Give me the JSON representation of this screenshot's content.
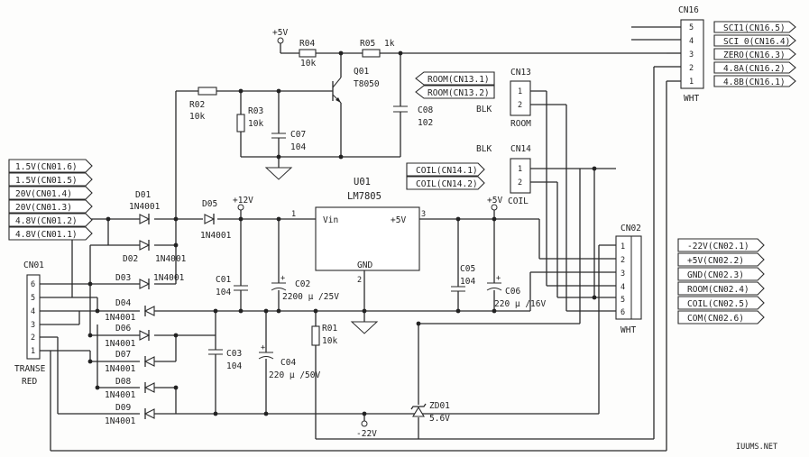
{
  "u01": {
    "ref": "U01",
    "part": "LM7805",
    "vin": "Vin",
    "vout": "+5V",
    "gnd": "GND",
    "pin1": "1",
    "pin2": "2",
    "pin3": "3"
  },
  "q01": {
    "ref": "Q01",
    "part": "T8050"
  },
  "rails": {
    "p5v_top": "+5V",
    "p12v": "+12V",
    "p5v_mid": "+5V",
    "n22v": "-22V"
  },
  "res": {
    "r04": {
      "ref": "R04",
      "val": "10k"
    },
    "r05": {
      "ref": "R05",
      "val": "1k"
    },
    "r02": {
      "ref": "R02",
      "val": "10k"
    },
    "r03": {
      "ref": "R03",
      "val": "10k"
    },
    "r01": {
      "ref": "R01",
      "val": "10k"
    }
  },
  "caps": {
    "c07": {
      "ref": "C07",
      "val": "104"
    },
    "c08": {
      "ref": "C08",
      "val": "102"
    },
    "c01": {
      "ref": "C01",
      "val": "104"
    },
    "c02": {
      "ref": "C02",
      "val": "2200 μ /25V"
    },
    "c03": {
      "ref": "C03",
      "val": "104"
    },
    "c04": {
      "ref": "C04",
      "val": "220 μ /50V"
    },
    "c05": {
      "ref": "C05",
      "val": "104"
    },
    "c06": {
      "ref": "C06",
      "val": "220 μ /16V"
    }
  },
  "diodes": {
    "d01": {
      "ref": "D01",
      "part": "1N4001"
    },
    "d02": {
      "ref": "D02",
      "part": "1N4001"
    },
    "d03": {
      "ref": "D03",
      "part": "1N4001"
    },
    "d04": {
      "ref": "D04",
      "part": "1N4001"
    },
    "d05": {
      "ref": "D05",
      "part": "1N4001"
    },
    "d06": {
      "ref": "D06",
      "part": "1N4001"
    },
    "d07": {
      "ref": "D07",
      "part": "1N4001"
    },
    "d08": {
      "ref": "D08",
      "part": "1N4001"
    },
    "d09": {
      "ref": "D09",
      "part": "1N4001"
    },
    "zd01": {
      "ref": "ZD01",
      "val": "5.6V"
    }
  },
  "connectors": {
    "cn01": {
      "ref": "CN01",
      "pins": [
        "6",
        "5",
        "4",
        "3",
        "2",
        "1"
      ],
      "labels": [
        "TRANSE",
        "RED"
      ]
    },
    "cn02": {
      "ref": "CN02",
      "pins": [
        "1",
        "2",
        "3",
        "4",
        "5",
        "6"
      ],
      "color": "WHT"
    },
    "cn13": {
      "ref": "CN13",
      "pins": [
        "1",
        "2"
      ],
      "name": "ROOM",
      "color": "BLK"
    },
    "cn14": {
      "ref": "CN14",
      "pins": [
        "1",
        "2"
      ],
      "name": "COIL",
      "color": "BLK"
    },
    "cn16": {
      "ref": "CN16",
      "pins": [
        "5",
        "4",
        "3",
        "2",
        "1"
      ],
      "color": "WHT"
    }
  },
  "tags": {
    "cn01": [
      "1.5V(CN01.6)",
      "1.5V(CN01.5)",
      "20V(CN01.4)",
      "20V(CN01.3)",
      "4.8V(CN01.2)",
      "4.8V(CN01.1)"
    ],
    "cn02": [
      "-22V(CN02.1)",
      "+5V(CN02.2)",
      "GND(CN02.3)",
      "ROOM(CN02.4)",
      "COIL(CN02.5)",
      "COM(CN02.6)"
    ],
    "cn13": [
      "ROOM(CN13.1)",
      "ROOM(CN13.2)"
    ],
    "cn14": [
      "COIL(CN14.1)",
      "COIL(CN14.2)"
    ],
    "cn16": [
      "SCI1(CN16.5)",
      "SCI 0(CN16.4)",
      "ZERO(CN16.3)",
      "4.8A(CN16.2)",
      "4.8B(CN16.1)"
    ]
  },
  "watermark": "IUUMS.NET"
}
